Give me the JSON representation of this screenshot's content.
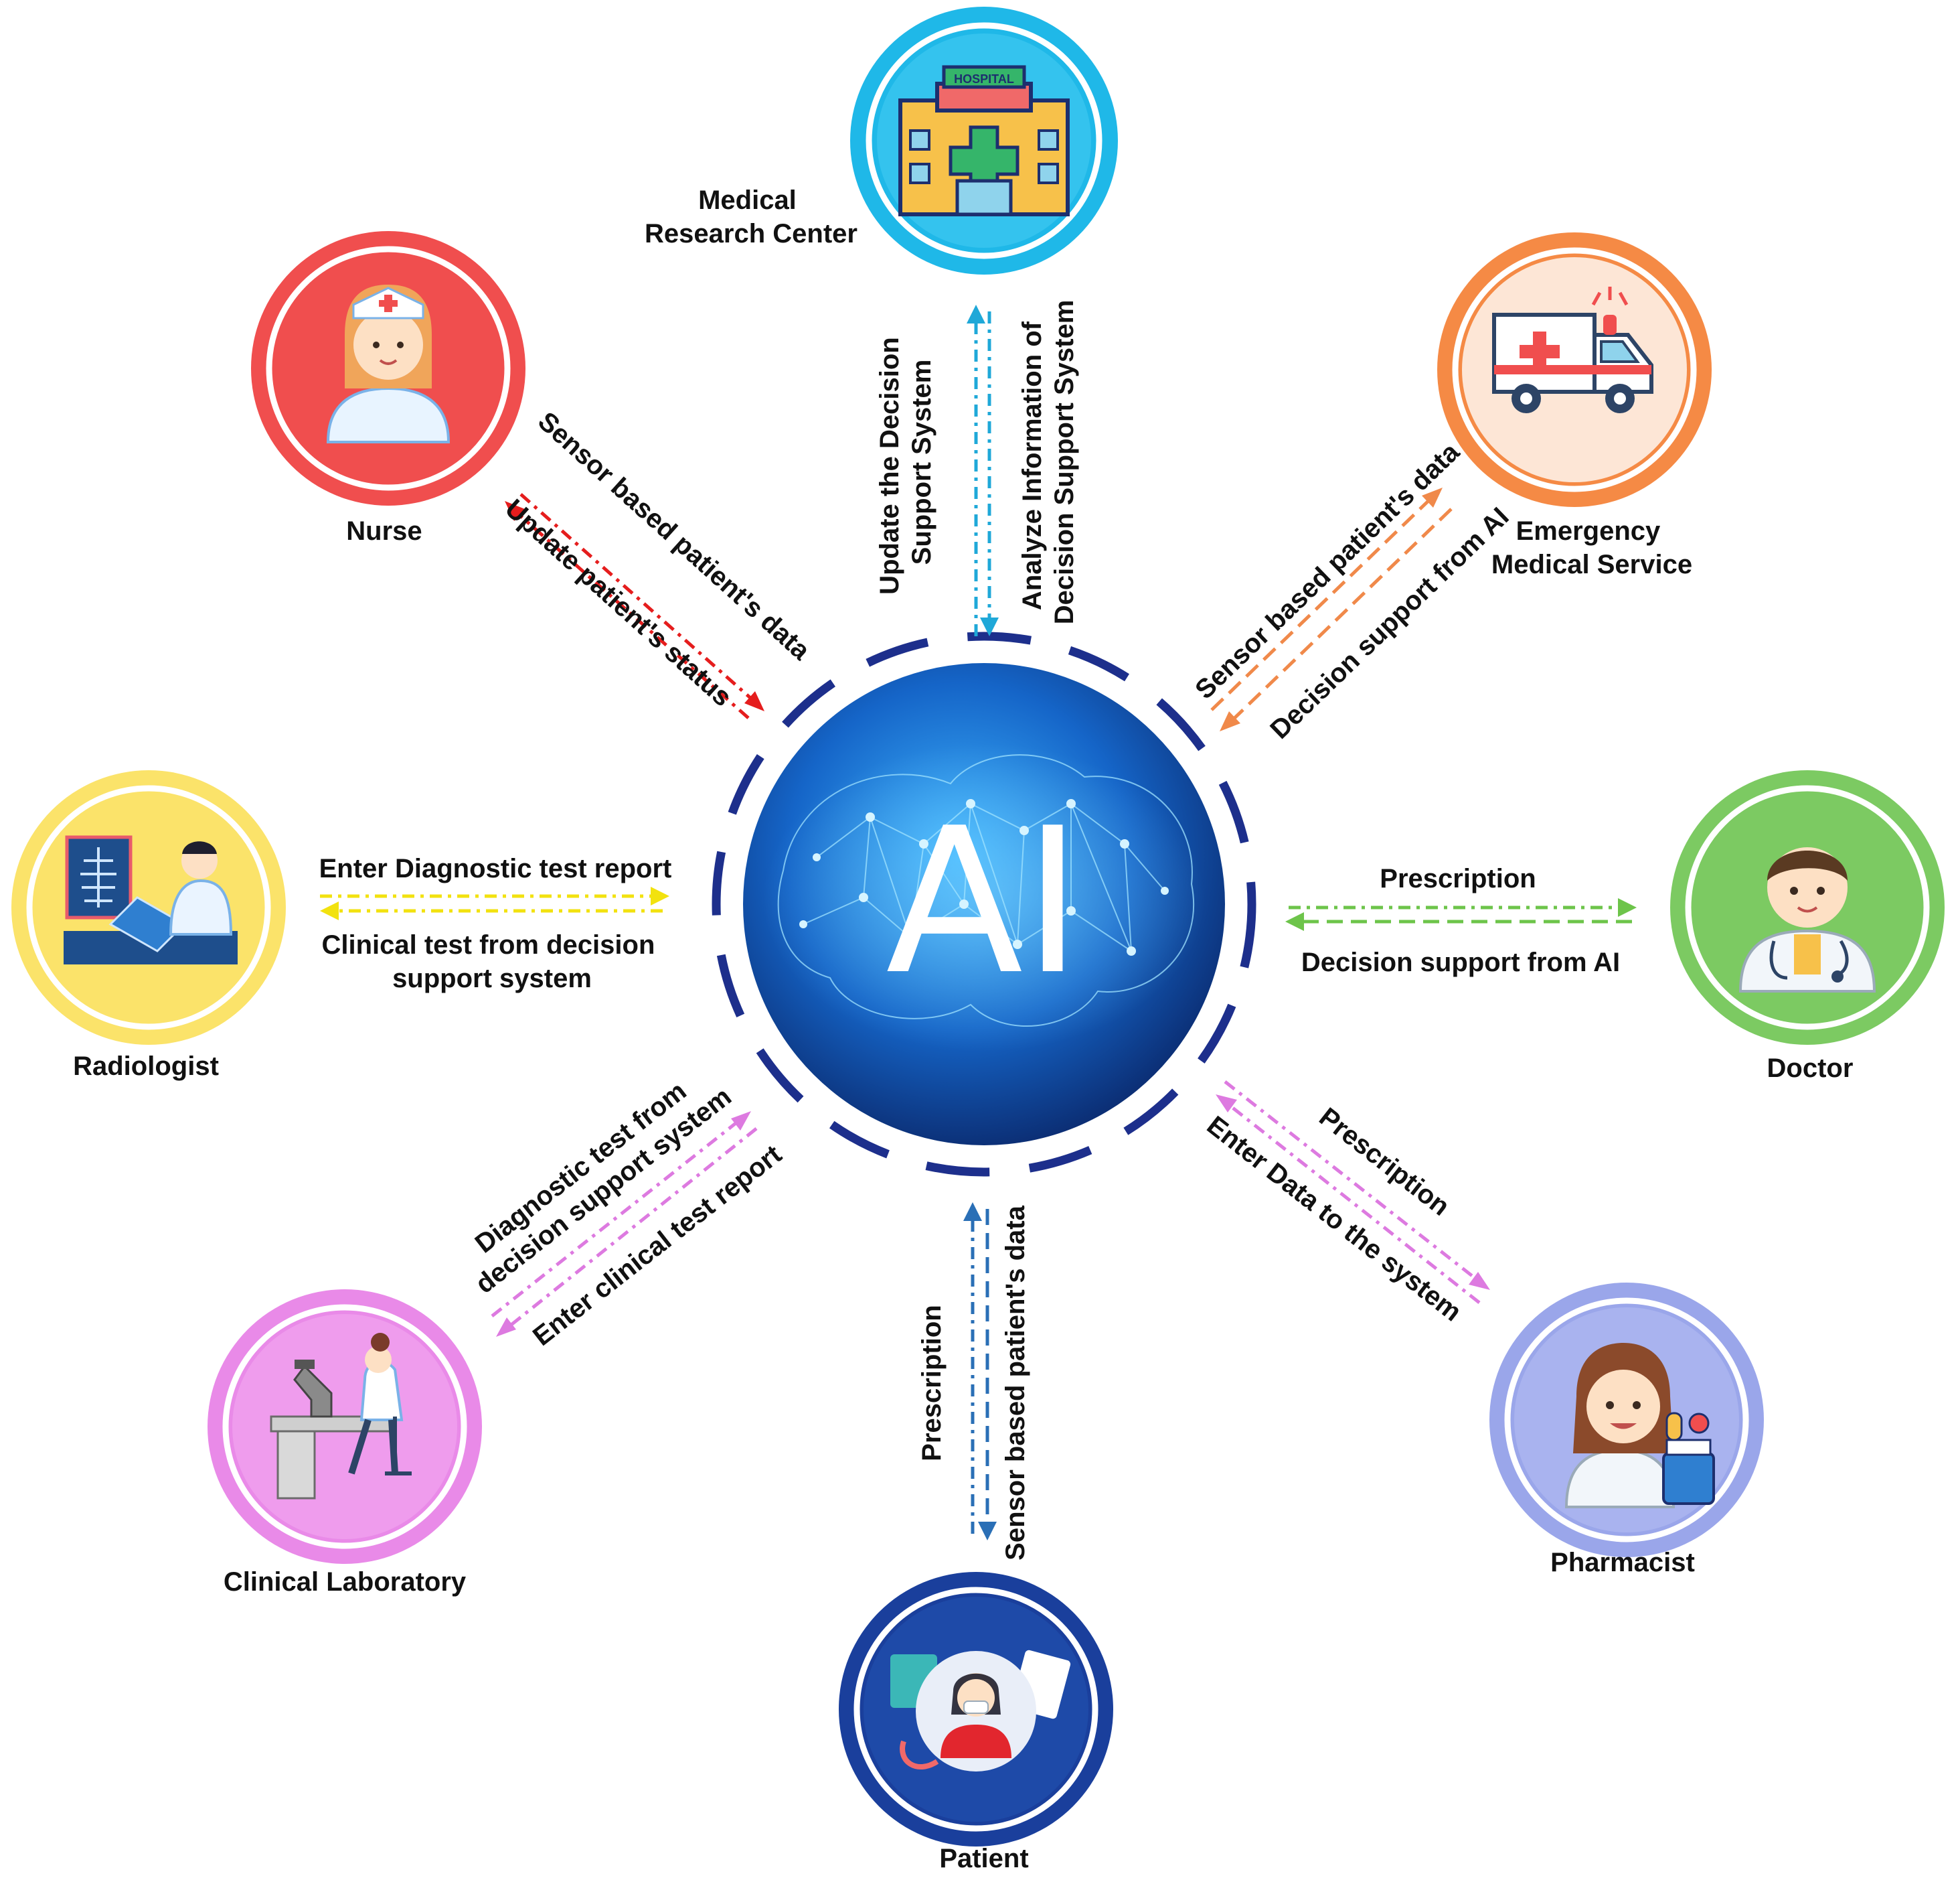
{
  "center": {
    "label": "AI"
  },
  "nodes": [
    {
      "id": "research",
      "label_lines": [
        "Medical",
        "Research Center"
      ],
      "icon": "hospital-icon",
      "sign": "HOSPITAL",
      "ring_color": "#1fb8e8"
    },
    {
      "id": "nurse",
      "label_lines": [
        "Nurse"
      ],
      "icon": "nurse-icon",
      "ring_color": "#f04e4e"
    },
    {
      "id": "ems",
      "label_lines": [
        "Emergency",
        "Medical Service"
      ],
      "icon": "ambulance-icon",
      "ring_color": "#f58a45"
    },
    {
      "id": "radiologist",
      "label_lines": [
        "Radiologist"
      ],
      "icon": "radiologist-icon",
      "ring_color": "#fbe36a"
    },
    {
      "id": "doctor",
      "label_lines": [
        "Doctor"
      ],
      "icon": "doctor-icon",
      "ring_color": "#7cca62"
    },
    {
      "id": "lab",
      "label_lines": [
        "Clinical Laboratory"
      ],
      "icon": "microscope-icon",
      "ring_color": "#e98ae8"
    },
    {
      "id": "pharmacist",
      "label_lines": [
        "Pharmacist"
      ],
      "icon": "pharmacist-icon",
      "ring_color": "#9aa6ea"
    },
    {
      "id": "patient",
      "label_lines": [
        "Patient"
      ],
      "icon": "patient-icon",
      "ring_color": "#1a3f9c"
    }
  ],
  "edges": [
    {
      "id": "research",
      "color": "#1fa8d8",
      "labels": [
        [
          "Update the Decision",
          "Support System"
        ],
        [
          "Analyze Information of",
          "Decision Support System"
        ]
      ]
    },
    {
      "id": "nurse",
      "color": "#e51d1d",
      "labels": [
        [
          "Sensor based patient's data"
        ],
        [
          "Update patient's status"
        ]
      ]
    },
    {
      "id": "ems",
      "color": "#f0894a",
      "labels": [
        [
          "Sensor based patient's data"
        ],
        [
          "Decision support from AI"
        ]
      ]
    },
    {
      "id": "radiologist",
      "color": "#f2e20f",
      "labels": [
        [
          "Enter Diagnostic test report"
        ],
        [
          "Clinical test from decision",
          "support system"
        ]
      ]
    },
    {
      "id": "doctor",
      "color": "#6dc44a",
      "labels": [
        [
          "Prescription"
        ],
        [
          "Decision support from AI"
        ]
      ]
    },
    {
      "id": "lab",
      "color": "#dd7ae0",
      "labels": [
        [
          "Diagnostic test from",
          "decision support system"
        ],
        [
          "Enter clinical test report"
        ]
      ]
    },
    {
      "id": "pharmacist",
      "color": "#dd7ae0",
      "labels": [
        [
          "Prescription"
        ],
        [
          "Enter Data to the system"
        ]
      ]
    },
    {
      "id": "patient",
      "color": "#2a6fb6",
      "labels": [
        [
          "Prescription"
        ],
        [
          "Sensor based patient's data"
        ]
      ]
    }
  ],
  "colors": {
    "ai_dark": "#0b2f7a",
    "ai_light": "#1e88e5",
    "ai_ring": "#1d2f8c"
  }
}
